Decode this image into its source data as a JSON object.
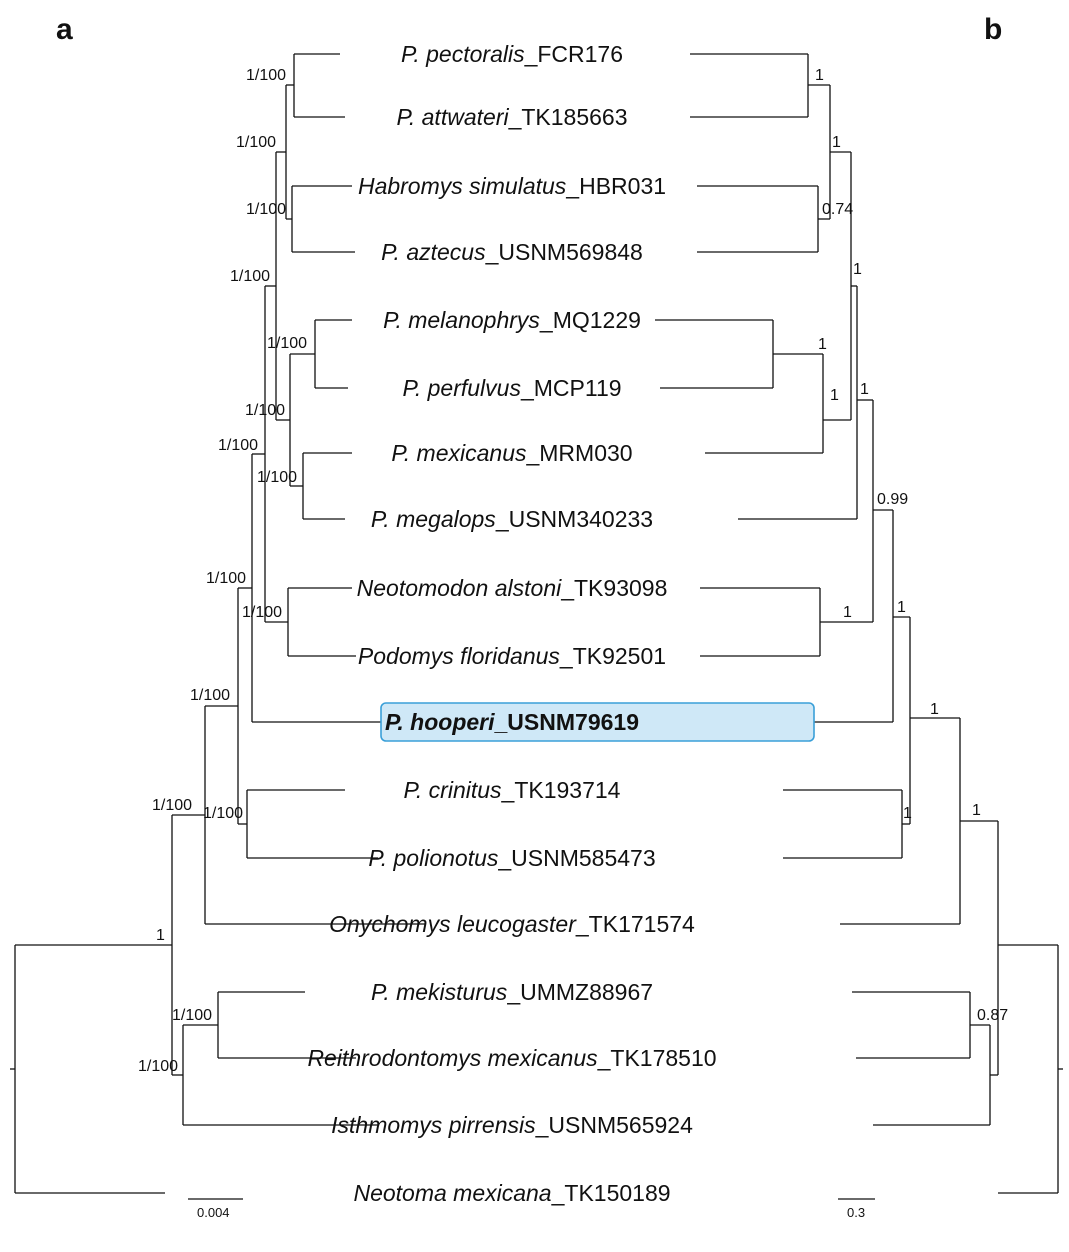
{
  "panels": {
    "left": "a",
    "right": "b"
  },
  "highlight_color": "#cfe8f7",
  "highlight_stroke": "#3a9fd8",
  "taxa": [
    {
      "genus": "P. pectoralis",
      "id": "_FCR176",
      "highlight": false
    },
    {
      "genus": "P. attwateri",
      "id": "_TK185663",
      "highlight": false
    },
    {
      "genus": "Habromys simulatus",
      "id": "_HBR031",
      "highlight": false
    },
    {
      "genus": "P. aztecus",
      "id": "_USNM569848",
      "highlight": false
    },
    {
      "genus": "P. melanophrys",
      "id": "_MQ1229",
      "highlight": false
    },
    {
      "genus": "P. perfulvus",
      "id": "_MCP119",
      "highlight": false
    },
    {
      "genus": "P. mexicanus",
      "id": "_MRM030",
      "highlight": false
    },
    {
      "genus": "P. megalops",
      "id": "_USNM340233",
      "highlight": false
    },
    {
      "genus": "Neotomodon alstoni",
      "id": "_TK93098",
      "highlight": false
    },
    {
      "genus": "Podomys floridanus",
      "id": "_TK92501",
      "highlight": false
    },
    {
      "genus": "P. hooperi",
      "id": "_USNM79619",
      "highlight": true
    },
    {
      "genus": "P. crinitus",
      "id": "_TK193714",
      "highlight": false
    },
    {
      "genus": "P. polionotus",
      "id": "_USNM585473",
      "highlight": false
    },
    {
      "genus": "Onychomys leucogaster",
      "id": "_TK171574",
      "highlight": false
    },
    {
      "genus": "P. mekisturus",
      "id": "_UMMZ88967",
      "highlight": false
    },
    {
      "genus": "Reithrodontomys mexicanus",
      "id": "_TK178510",
      "highlight": false
    },
    {
      "genus": "Isthmomys pirrensis",
      "id": "_USNM565924",
      "highlight": false
    },
    {
      "genus": "Neotoma mexicana",
      "id": "_TK150189",
      "highlight": false
    }
  ],
  "tree_a_support": [
    "1/100",
    "1/100",
    "1/100",
    "1/100",
    "1/100",
    "1/100",
    "1/100",
    "1/100",
    "1/100",
    "1/100",
    "1/100",
    "1/100",
    "1/100",
    "1/100",
    "1/100",
    "1"
  ],
  "tree_b_support": [
    "1",
    "1",
    "0.74",
    "1",
    "1",
    "1",
    "1",
    "1",
    "0.99",
    "1",
    "1",
    "1",
    "1",
    "0.87"
  ],
  "scale_a": "0.004",
  "scale_b": "0.3"
}
